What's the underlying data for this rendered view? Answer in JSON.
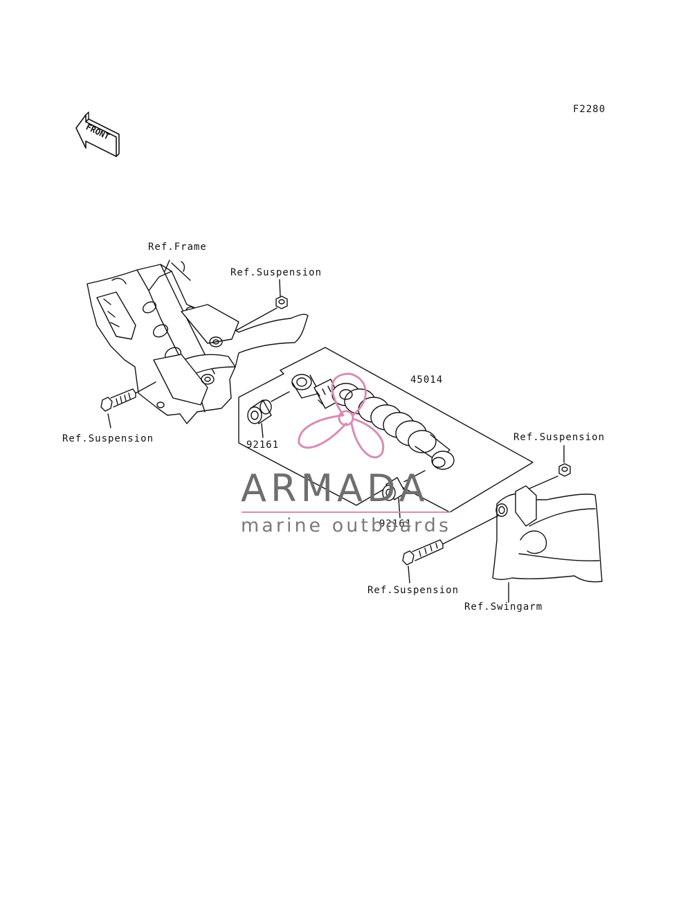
{
  "diagram": {
    "code": "F2280",
    "front_label": "FRONT",
    "labels": {
      "ref_frame": "Ref.Frame",
      "ref_suspension_top": "Ref.Suspension",
      "ref_suspension_left": "Ref.Suspension",
      "ref_suspension_right": "Ref.Suspension",
      "ref_suspension_bottom": "Ref.Suspension",
      "ref_swingarm": "Ref.Swingarm",
      "part_shock": "45014",
      "part_bushing_upper": "92161",
      "part_bushing_lower": "92161"
    }
  },
  "watermark": {
    "title": "ARMADA",
    "subtitle": "marine outboards",
    "accent_color": "#d98cb3",
    "text_color": "#6e6e6e"
  }
}
